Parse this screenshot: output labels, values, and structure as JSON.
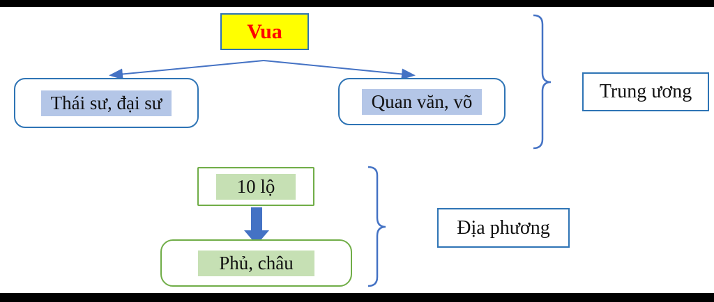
{
  "colors": {
    "accent_blue": "#4472c4",
    "box_border_blue": "#2e74b5",
    "box_border_green": "#70ad47",
    "vua_fill": "#ffff00",
    "vua_text": "#ff0000",
    "highlight_blue": "#b4c6e7",
    "highlight_green": "#c6e0b4"
  },
  "nodes": {
    "vua": "Vua",
    "thai_su": "Thái sư, đại sư",
    "quan_van": "Quan văn, võ",
    "muoi_lo": "10 lộ",
    "phu_chau": "Phủ, châu"
  },
  "groups": {
    "trung_uong": "Trung ương",
    "dia_phuong": "Địa phương"
  }
}
